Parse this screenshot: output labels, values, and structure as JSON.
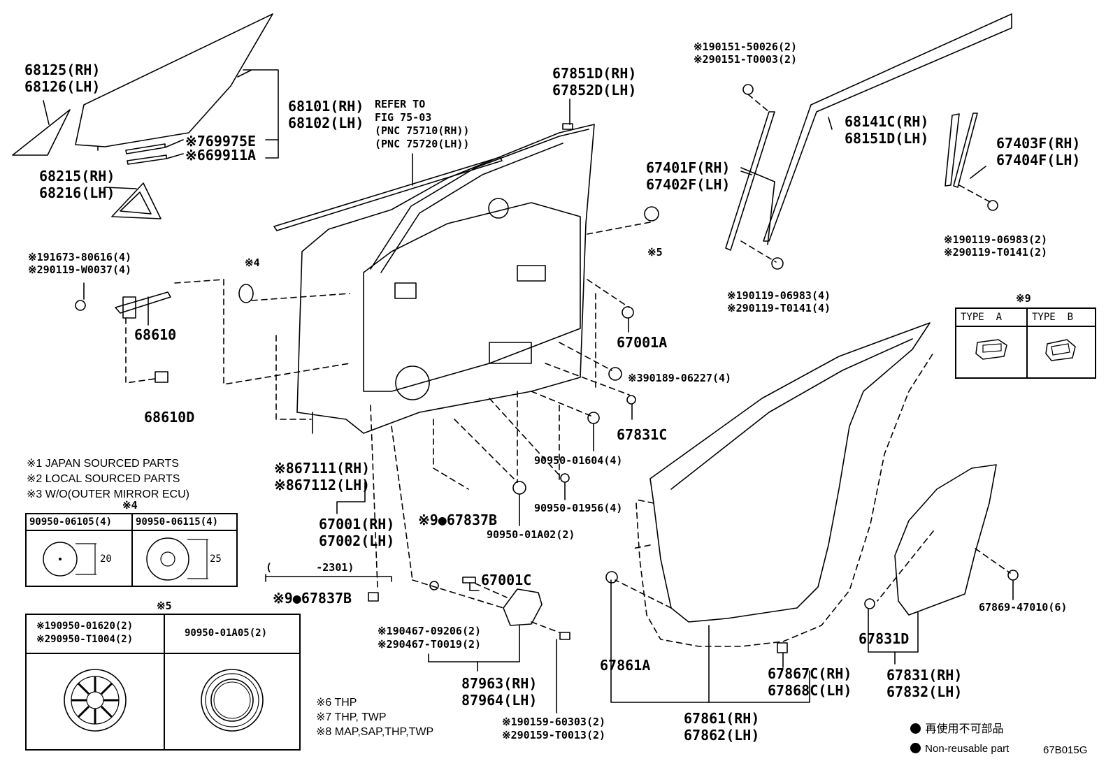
{
  "diagram_code": "67B015G",
  "legend_marks": {
    "j1": "※1",
    "j2": "※2",
    "j3": "※3",
    "n1": "※1 JAPAN SOURCED PARTS",
    "n2": "※2 LOCAL SOURCED PARTS",
    "n3": "※3 W/O(OUTER MIRROR ECU)",
    "n6": "※6 THP",
    "n7": "※7 THP, TWP",
    "n8": "※8 MAP,SAP,THP,TWP",
    "non_reuse_jp": "再使用不可部品",
    "non_reuse_en": "Non-reusable part"
  },
  "labels": {
    "p68125": "68125(RH)",
    "p68126": "68126(LH)",
    "p68101": "68101(RH)",
    "p68102": "68102(LH)",
    "p69975e": "※769975E",
    "p69911a": "※669911A",
    "p68215": "68215(RH)",
    "p68216": "68216(LH)",
    "refer1": "REFER TO",
    "refer2": "FIG 75-03",
    "refer3": "(PNC 75710(RH))",
    "refer4": "(PNC 75720(LH))",
    "p67851d": "67851D(RH)",
    "p67852d": "67852D(LH)",
    "b90151a": "※190151-50026(2)",
    "b90151b": "※290151-T0003(2)",
    "p68141c": "68141C(RH)",
    "p68151d": "68151D(LH)",
    "p67401f": "67401F(RH)",
    "p67402f": "67402F(LH)",
    "p67403f": "67403F(RH)",
    "p67404f": "67404F(LH)",
    "b90119r1": "※190119-06983(2)",
    "b90119r2": "※290119-T0141(2)",
    "b90119m1": "※190119-06983(4)",
    "b90119m2": "※290119-T0141(4)",
    "s5": "※5",
    "s4": "※4",
    "s9": "※9",
    "b91673": "※191673-80616(4)",
    "b90119w": "※290119-W0037(4)",
    "p68610": "68610",
    "p68610d": "68610D",
    "p67001a": "67001A",
    "b90189": "※390189-06227(4)",
    "p67831c": "67831C",
    "p67111": "※867111(RH)",
    "p67112": "※867112(LH)",
    "p67001": "67001(RH)",
    "p67002": "67002(LH)",
    "p90950_01604": "90950-01604(4)",
    "p90950_01956": "90950-01956(4)",
    "p67837b": "※9●67837B",
    "p90950_01a02": "90950-01A02(2)",
    "range": "(       -2301)",
    "p67837b2": "※9●67837B",
    "p67001c": "67001C",
    "b90467a": "※190467-09206(2)",
    "b90467b": "※290467-T0019(2)",
    "p87963": "87963(RH)",
    "p87964": "87964(LH)",
    "b90159a": "※190159-60303(2)",
    "b90159b": "※290159-T0013(2)",
    "p67861a": "67861A",
    "p67861": "67861(RH)",
    "p67862": "67862(LH)",
    "p67867c": "67867C(RH)",
    "p67868c": "67868C(LH)",
    "p67831d": "67831D",
    "p67831": "67831(RH)",
    "p67832": "67832(LH)",
    "p67869": "67869-47010(6)"
  },
  "type_table": {
    "title": "※9",
    "type_a": "TYPE  A",
    "type_b": "TYPE  B"
  },
  "grommet_table": {
    "title": "※4",
    "col1": "90950-06105(4)",
    "col2": "90950-06115(4)",
    "dim1": "20",
    "dim2": "25"
  },
  "plug_table": {
    "title": "※5",
    "col1a": "※190950-01620(2)",
    "col1b": "※290950-T1004(2)",
    "col2": "90950-01A05(2)"
  }
}
